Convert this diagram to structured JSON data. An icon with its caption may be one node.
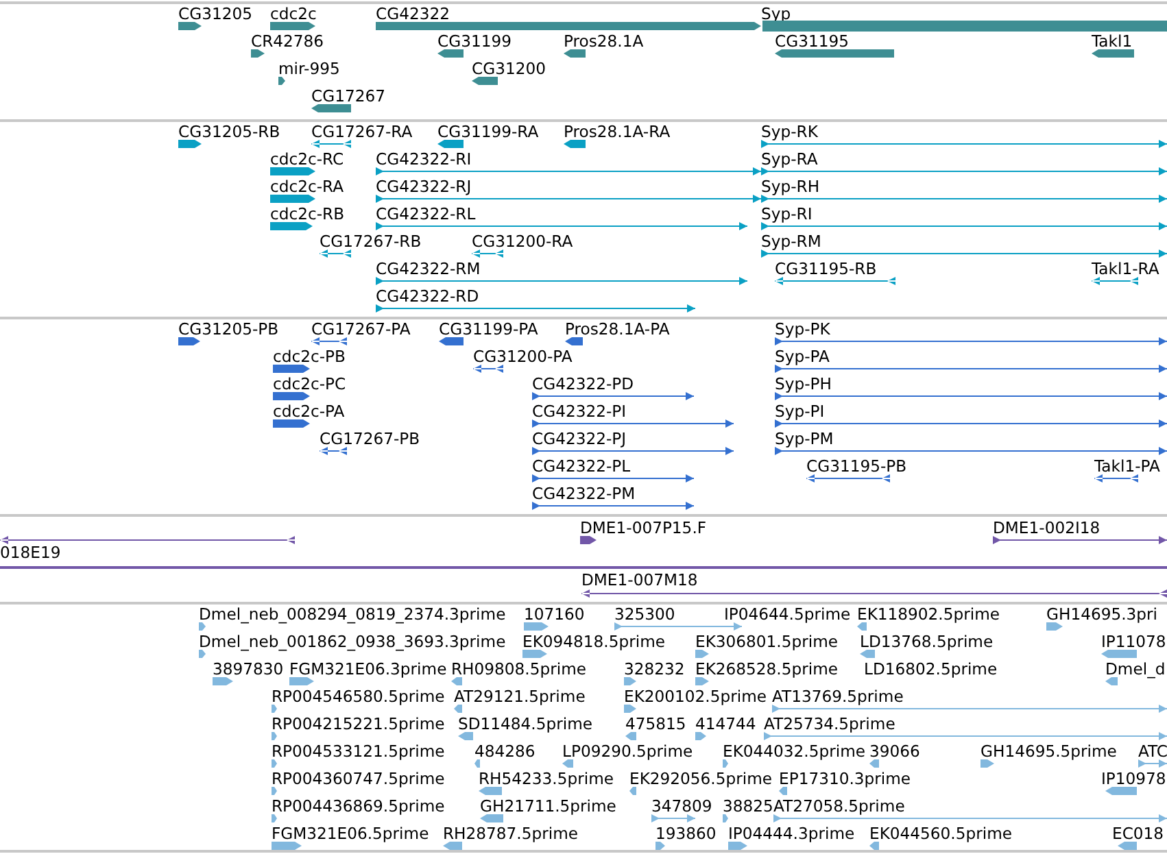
{
  "diagram": {
    "labels": [
      "CG31205",
      "cdc2c",
      "CG42322",
      "Syp",
      "CR42786",
      "CG31199",
      "Pros28.1A",
      "CG31195",
      "Takl1",
      "mir-995",
      "CG31200",
      "CG17267",
      "CG31205-RB",
      "CG17267-RA",
      "CG31199-RA",
      "Pros28.1A-RA",
      "Syp-RK",
      "cdc2c-RC",
      "CG42322-RI",
      "Syp-RA",
      "cdc2c-RA",
      "CG42322-RJ",
      "Syp-RH",
      "cdc2c-RB",
      "CG42322-RL",
      "Syp-RI",
      "CG17267-RB",
      "CG31200-RA",
      "Syp-RM",
      "CG42322-RM",
      "CG31195-RB",
      "Takl1-RA",
      "CG42322-RD",
      "CG31205-PB",
      "CG17267-PA",
      "CG31199-PA",
      "Pros28.1A-PA",
      "Syp-PK",
      "cdc2c-PB",
      "CG31200-PA",
      "Syp-PA",
      "cdc2c-PC",
      "CG42322-PD",
      "Syp-PH",
      "cdc2c-PA",
      "CG42322-PI",
      "Syp-PI",
      "CG17267-PB",
      "CG42322-PJ",
      "Syp-PM",
      "CG42322-PL",
      "CG31195-PB",
      "Takl1-PA",
      "CG42322-PM",
      "DME1-007P15.F",
      "DME1-002I18",
      "018E19",
      "DME1-007M18",
      "Dmel_neb_008294_0819_2374.3prime",
      "107160",
      "325300",
      "IP04644.5prime",
      "EK118902.5prime",
      "GH14695.3pri",
      "Dmel_neb_001862_0938_3693.3prime",
      "EK094818.5prime",
      "EK306801.5prime",
      "LD13768.5prime",
      "IP11078",
      "3897830",
      "FGM321E06.3prime",
      "RH09808.5prime",
      "328232",
      "EK268528.5prime",
      "LD16802.5prime",
      "Dmel_d",
      "RP004546580.5prime",
      "AT29121.5prime",
      "EK200102.5prime",
      "AT13769.5prime",
      "RP004215221.5prime",
      "SD11484.5prime",
      "475815",
      "414744",
      "AT25734.5prime",
      "RP004533121.5prime",
      "484286",
      "LP09290.5prime",
      "EK044032.5prime",
      "39066",
      "GH14695.5prime",
      "ATC",
      "RP004360747.5prime",
      "RH54233.5prime",
      "EK292056.5prime",
      "EP17310.3prime",
      "IP10978",
      "RP004436869.5prime",
      "GH21711.5prime",
      "347809",
      "38825",
      "AT27058.5prime",
      "FGM321E06.5prime",
      "RH28787.5prime",
      "193860",
      "IP04444.3prime",
      "EK044560.5prime",
      "EC018"
    ]
  }
}
